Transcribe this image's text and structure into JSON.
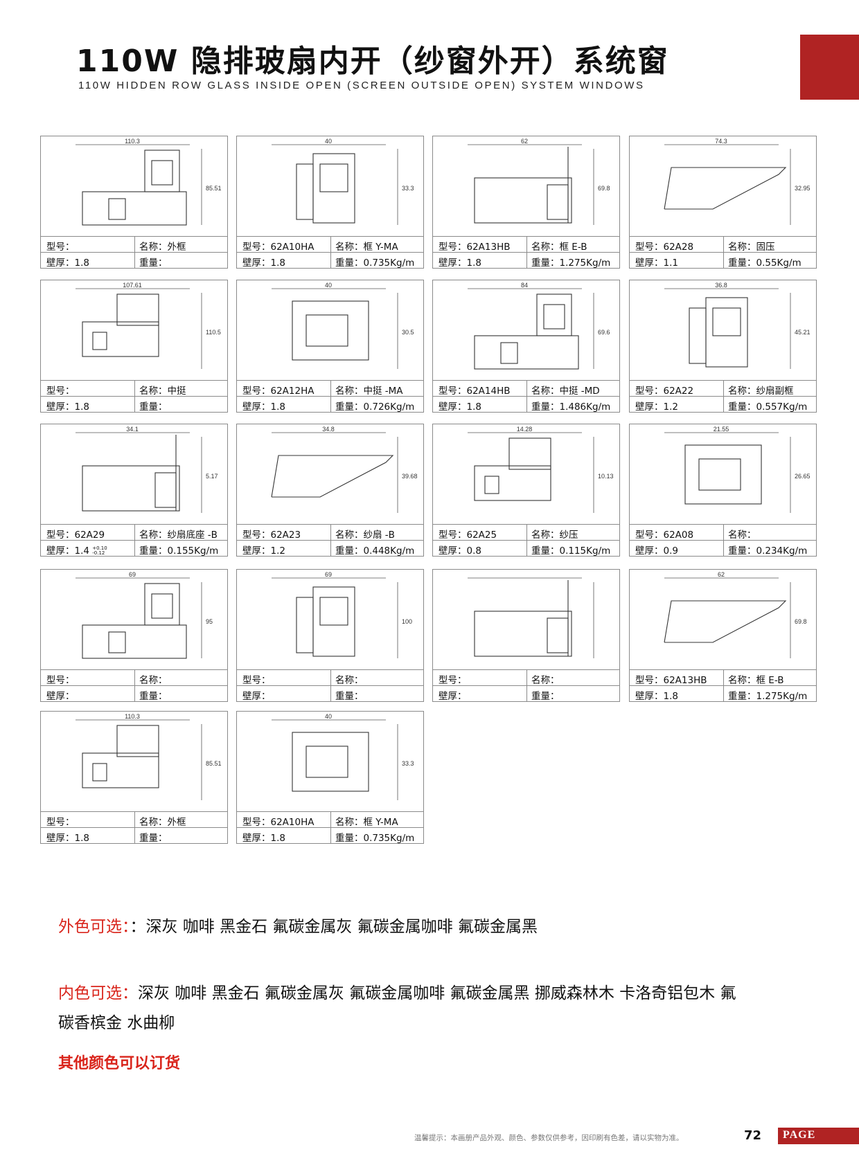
{
  "header": {
    "title_cn": "110W 隐排玻扇内开（纱窗外开）系统窗",
    "title_en": "110W HIDDEN ROW GLASS INSIDE OPEN (SCREEN OUTSIDE OPEN) SYSTEM WINDOWS"
  },
  "labels": {
    "model": "型号：",
    "name": "名称：",
    "wall": "壁厚：",
    "weight": "重量："
  },
  "profiles": [
    {
      "model": "",
      "name": "外框",
      "wall": "1.8",
      "weight": "",
      "dims": [
        "110.3",
        "85.51"
      ]
    },
    {
      "model": "62A10HA",
      "name": "框 Y-MA",
      "wall": "1.8",
      "weight": "0.735Kg/m",
      "dims": [
        "40",
        "33.3"
      ]
    },
    {
      "model": "62A13HB",
      "name": "框 E-B",
      "wall": "1.8",
      "weight": "1.275Kg/m",
      "dims": [
        "62",
        "69.8"
      ]
    },
    {
      "model": "62A28",
      "name": "固压",
      "wall": "1.1",
      "weight": "0.55Kg/m",
      "dims": [
        "74.3",
        "32.95"
      ]
    },
    {
      "model": "",
      "name": "中挺",
      "wall": "1.8",
      "weight": "",
      "dims": [
        "107.61",
        "110.5"
      ]
    },
    {
      "model": "62A12HA",
      "name": "中挺 -MA",
      "wall": "1.8",
      "weight": "0.726Kg/m",
      "dims": [
        "40",
        "30.5"
      ]
    },
    {
      "model": "62A14HB",
      "name": "中挺 -MD",
      "wall": "1.8",
      "weight": "1.486Kg/m",
      "dims": [
        "84",
        "69.6"
      ]
    },
    {
      "model": "62A22",
      "name": "纱扇副框",
      "wall": "1.2",
      "weight": "0.557Kg/m",
      "dims": [
        "36.8",
        "45.21"
      ]
    },
    {
      "model": "62A29",
      "name": "纱扇底座 -B",
      "wall": "1.4",
      "wall_tol": [
        "+0.10",
        "-0.12"
      ],
      "weight": "0.155Kg/m",
      "dims": [
        "34.1",
        "5.17"
      ]
    },
    {
      "model": "62A23",
      "name": "纱扇 -B",
      "wall": "1.2",
      "weight": "0.448Kg/m",
      "dims": [
        "34.8",
        "39.68"
      ]
    },
    {
      "model": "62A25",
      "name": "纱压",
      "wall": "0.8",
      "weight": "0.115Kg/m",
      "dims": [
        "14.28",
        "10.13"
      ]
    },
    {
      "model": "62A08",
      "name": "",
      "wall": "0.9",
      "weight": "0.234Kg/m",
      "dims": [
        "21.55",
        "26.65"
      ]
    },
    {
      "model": "",
      "name": "",
      "wall": "",
      "weight": "",
      "dims": [
        "69",
        "95"
      ]
    },
    {
      "model": "",
      "name": "",
      "wall": "",
      "weight": "",
      "dims": [
        "69",
        "100"
      ]
    },
    {
      "model": "",
      "name": "",
      "wall": "",
      "weight": "",
      "dims": []
    },
    {
      "model": "62A13HB",
      "name": "框 E-B",
      "wall": "1.8",
      "weight": "1.275Kg/m",
      "dims": [
        "62",
        "69.8"
      ]
    },
    {
      "model": "",
      "name": "外框",
      "wall": "1.8",
      "weight": "",
      "dims": [
        "110.3",
        "85.51"
      ]
    },
    {
      "model": "62A10HA",
      "name": "框 Y-MA",
      "wall": "1.8",
      "weight": "0.735Kg/m",
      "dims": [
        "40",
        "33.3"
      ]
    }
  ],
  "colors": {
    "outer_label": "外色可选：",
    "outer_values": "：深灰 咖啡 黑金石 氟碳金属灰 氟碳金属咖啡 氟碳金属黑",
    "inner_label": "内色可选：",
    "inner_values_1": "深灰  咖啡  黑金石  氟碳金属灰  氟碳金属咖啡  氟碳金属黑  挪威森林木  卡洛奇铝包木  氟",
    "inner_values_2": "碳香槟金  水曲柳",
    "order_note": "其他颜色可以订货"
  },
  "footer": {
    "note": "温馨提示：本画册产品外观、颜色、参数仅供参考，因印刷有色差，请以实物为准。",
    "page_number": "72",
    "page_label": "PAGE"
  },
  "theme": {
    "accent_red": "#b02323",
    "label_red": "#d9241b"
  }
}
